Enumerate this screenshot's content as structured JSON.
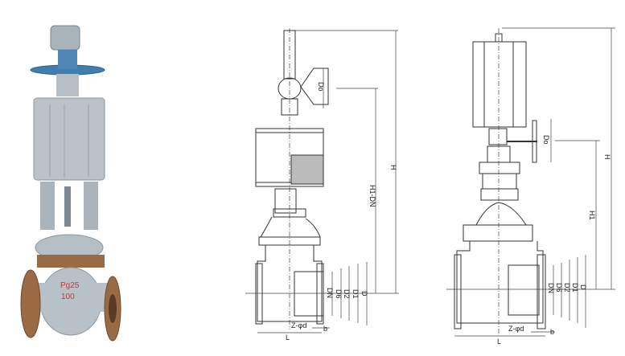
{
  "photo": {
    "body_marking_pressure": "Pg25",
    "body_marking_size": "100",
    "colors": {
      "actuator": "#b9c3c9",
      "handwheel": "#3f7fb0",
      "flange": "#9a6a45"
    }
  },
  "drawing_left": {
    "labels": {
      "height": "H",
      "height_to_center": "H1-DN",
      "handwheel_dia": "Do",
      "nominal_dia": "DN",
      "d6": "D6",
      "d2": "D2",
      "d1": "D1",
      "d": "D",
      "bolt_holes": "Z-φd",
      "flange_thickness": "b",
      "length": "L"
    }
  },
  "drawing_right": {
    "labels": {
      "height": "H",
      "height_to_center": "H1",
      "handwheel_dia": "Do",
      "nominal_dia": "DN",
      "d6": "D6",
      "d2": "D2",
      "d1": "D1",
      "d": "D",
      "bolt_holes": "Z-φd",
      "flange_thickness": "b",
      "length": "L"
    }
  }
}
